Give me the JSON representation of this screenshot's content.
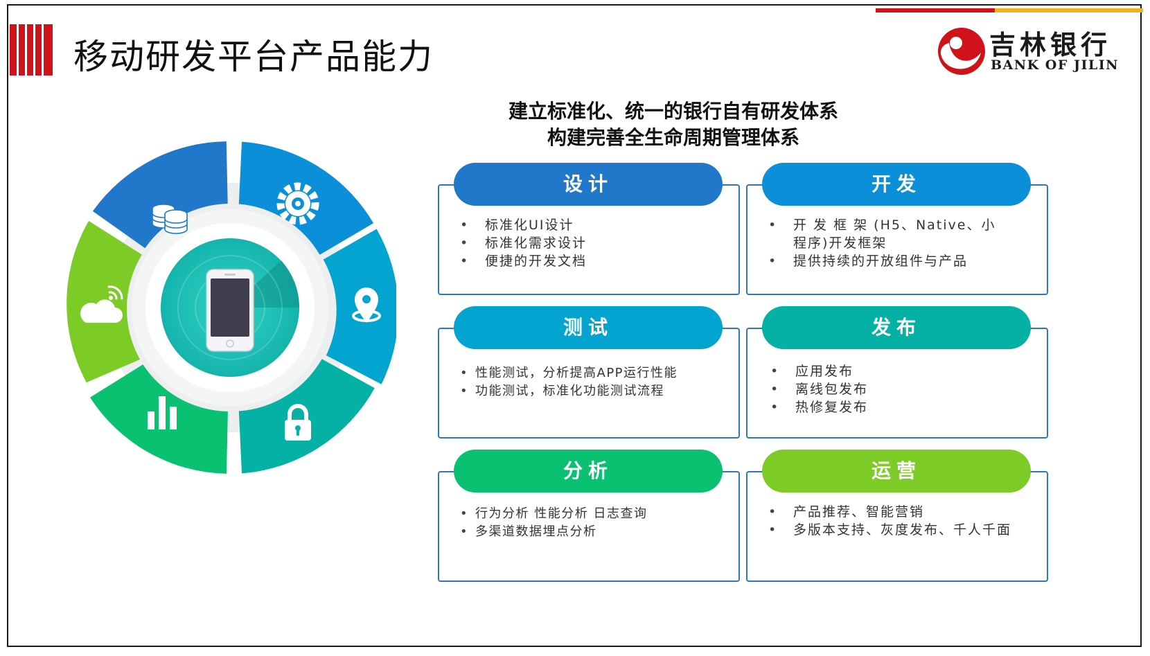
{
  "page_title": "移动研发平台产品能力",
  "logo": {
    "name_cn": "吉林银行",
    "name_en": "BANK OF JILIN"
  },
  "headline": {
    "line1": "建立标准化、统一的银行自有研发体系",
    "line2": "构建完善全生命周期管理体系"
  },
  "wheel_icons": [
    "database-icon",
    "gear-icon",
    "location-pin-icon",
    "lock-icon",
    "bar-chart-icon",
    "cloud-signal-icon",
    "smartphone-icon"
  ],
  "colors": {
    "brand_red": "#d0121b",
    "accent_yellow": "#f2b31c",
    "design": "#2177c9",
    "dev": "#0b8fd8",
    "test": "#03a4cf",
    "release": "#05b1a4",
    "analysis": "#0ac171",
    "ops": "#7ccb27"
  },
  "modules": [
    {
      "title": "设计",
      "points": [
        "标准化UI设计",
        "标准化需求设计",
        "便捷的开发文档"
      ]
    },
    {
      "title": "开发",
      "points": [
        "开 发 框 架 (H5、Native、小程序)开发框架",
        "提供持续的开放组件与产品"
      ]
    },
    {
      "title": "测试",
      "points": [
        "性能测试，分析提高APP运行性能",
        "功能测试，标准化功能测试流程"
      ]
    },
    {
      "title": "发布",
      "points": [
        "应用发布",
        "离线包发布",
        "热修复发布"
      ]
    },
    {
      "title": "分析",
      "points": [
        "行为分析 性能分析 日志查询",
        "多渠道数据埋点分析"
      ]
    },
    {
      "title": "运营",
      "points": [
        "产品推荐、智能营销",
        "多版本支持、灰度发布、千人千面"
      ]
    }
  ]
}
